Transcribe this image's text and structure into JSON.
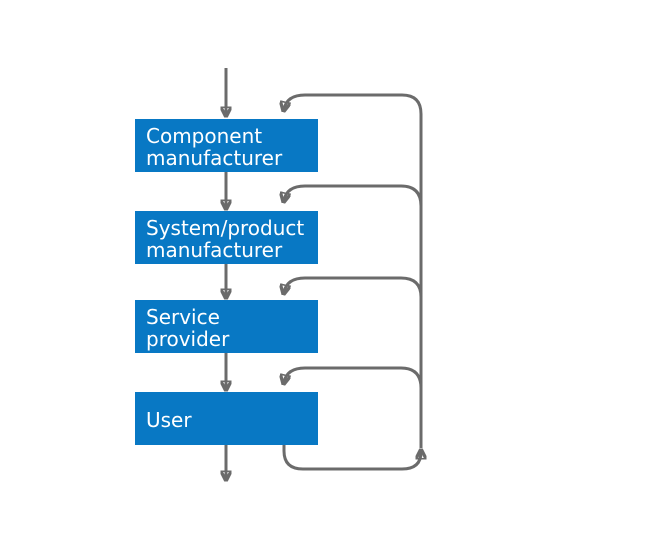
{
  "diagram": {
    "boxes": [
      {
        "id": "component-manufacturer",
        "label": "Component\nmanufacturer"
      },
      {
        "id": "system-product-manufacturer",
        "label": "System/product\nmanufacturer"
      },
      {
        "id": "service-provider",
        "label": "Service\nprovider"
      },
      {
        "id": "user",
        "label": "User"
      }
    ],
    "flow": {
      "main_direction": "top-to-bottom",
      "feedback_direction": "bottom-to-top",
      "feedback_targets": [
        "Component manufacturer",
        "System/product manufacturer",
        "Service provider",
        "User"
      ]
    },
    "colors": {
      "box_fill": "#0878c4",
      "box_text": "#ffffff",
      "arrow": "#6b6b6b",
      "background": "#ffffff"
    }
  }
}
